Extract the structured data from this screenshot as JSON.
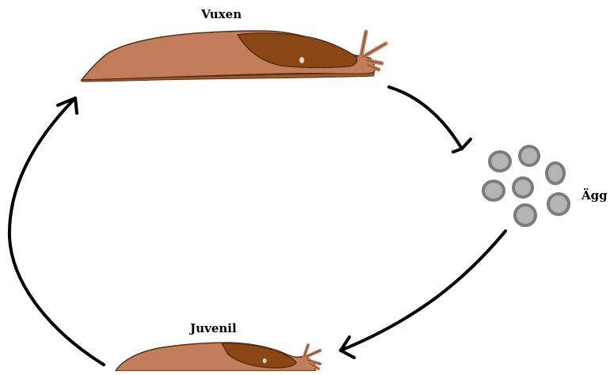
{
  "labels": {
    "adult": "Vuxen",
    "eggs": "Ägg",
    "juvenile": "Juvenil"
  },
  "stages": [
    {
      "id": "adult",
      "icon": "slug-icon"
    },
    {
      "id": "eggs",
      "icon": "egg-cluster-icon",
      "count": 7
    },
    {
      "id": "juvenile",
      "icon": "slug-icon"
    }
  ],
  "colors": {
    "slug_body": "#c27d5a",
    "slug_mantle": "#8a4614",
    "slug_outline": "#5a2e0e",
    "egg_fill": "#b4b4b4",
    "egg_outline": "#7c7c7c",
    "arrow": "#000000"
  }
}
